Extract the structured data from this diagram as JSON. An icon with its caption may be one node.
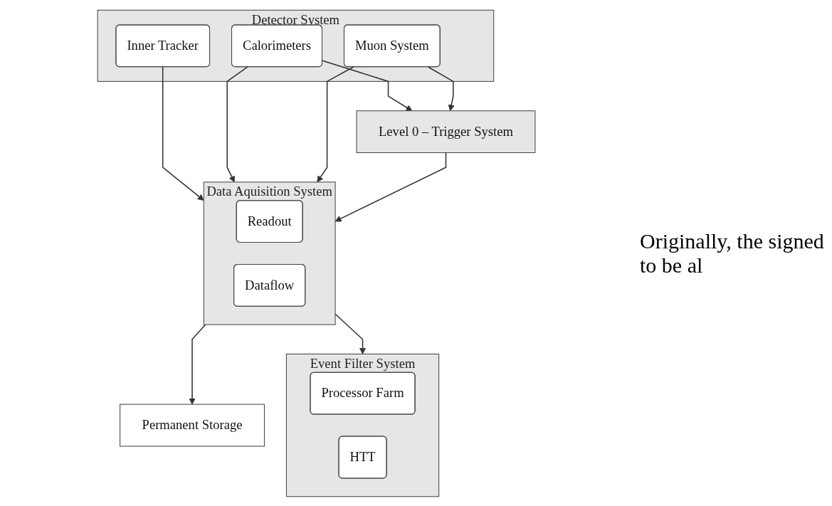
{
  "diagram": {
    "nodes": [
      {
        "text": [
          "Detector System"
        ]
      },
      {
        "text": [
          "Inner Tracker"
        ],
        "in": 0
      },
      {
        "text": [
          "Calorimeters"
        ],
        "in": 0
      },
      {
        "text": [
          "Muon System"
        ],
        "in": 0
      },
      {
        "text": [
          "Level 0 – Trigger System"
        ]
      },
      {
        "text": [
          "Data Aquisition System"
        ]
      },
      {
        "text": [
          "Readout"
        ],
        "in": 5
      },
      {
        "text": [
          "Dataflow"
        ],
        "in": 5
      },
      {
        "text": [
          "Permanent Storage"
        ]
      },
      {
        "text": [
          "Event Filter System"
        ]
      },
      {
        "text": [
          "Processor Farm"
        ],
        "in": 9
      },
      {
        "text": [
          "HTT"
        ],
        "in": 9
      }
    ],
    "edges": [
      {
        "from": 1,
        "to": 5,
        "arrow": "to"
      },
      {
        "from": 2,
        "to": 4,
        "arrow": "to"
      },
      {
        "from": 2,
        "to": 5,
        "arrow": "to"
      },
      {
        "from": 3,
        "to": 4,
        "arrow": "to"
      },
      {
        "from": 3,
        "to": 5,
        "arrow": "to"
      },
      {
        "from": 4,
        "to": 5,
        "arrow": "to"
      },
      {
        "from": 5,
        "to": 8,
        "arrow": "to"
      },
      {
        "from": 5,
        "to": 9,
        "arrow": "to"
      }
    ],
    "labels": [
      "Originally, the signed to be al"
    ]
  }
}
